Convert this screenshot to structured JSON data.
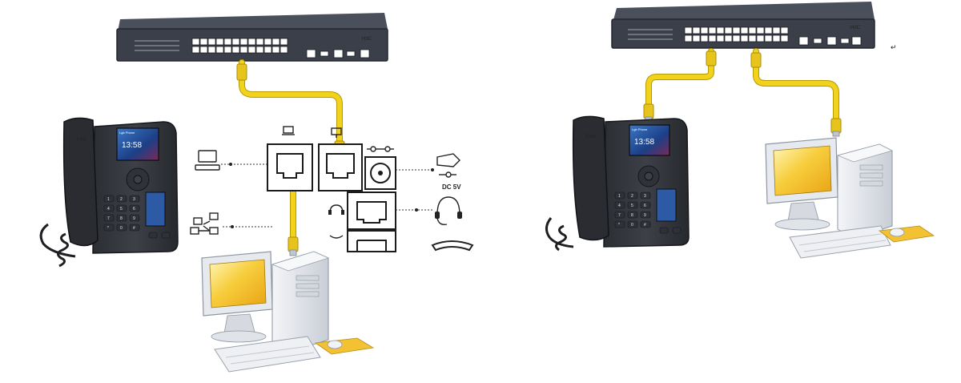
{
  "switch_left": {
    "brand": "H3C"
  },
  "switch_right": {
    "brand": "H3C"
  },
  "phone_left": {
    "brand": "FAN",
    "clock": "13:58",
    "account": "Lgb Phone"
  },
  "phone_right": {
    "brand": "FAN",
    "clock": "13:58",
    "account": "Lgb Phone"
  },
  "phone_keys": [
    "1",
    "2",
    "3",
    "4",
    "5",
    "6",
    "7",
    "8",
    "9",
    "*",
    "0",
    "#"
  ],
  "port_panel": {
    "dc_label": "DC 5V"
  },
  "colors": {
    "cable": "#f2d21a",
    "switch_body": "#3a3f49",
    "monitor_screen": "#f5c12b",
    "computer_body": "#e8eaee",
    "mouse_pad": "#f3c232"
  }
}
